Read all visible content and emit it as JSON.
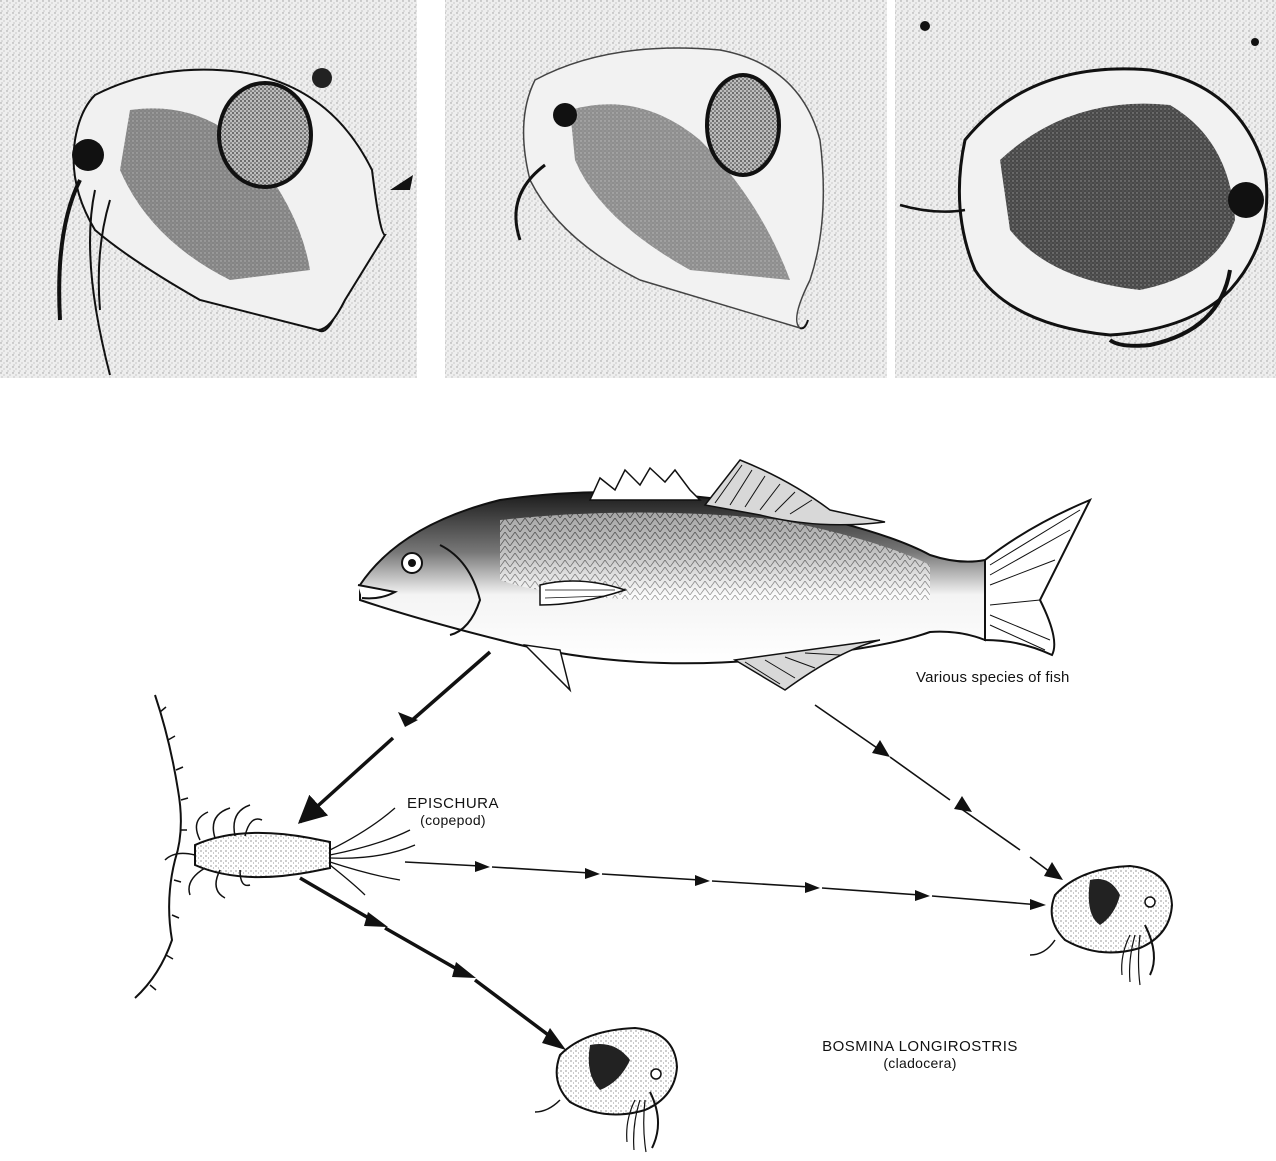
{
  "labels": {
    "fish": "Various species of fish",
    "epischura_name": "EPISCHURA",
    "epischura_group": "(copepod)",
    "bosmina_name": "BOSMINA LONGIROSTRIS",
    "bosmina_group": "(cladocera)"
  },
  "photos": [
    {
      "icon": "daphnia-photo-with-egg-left"
    },
    {
      "icon": "daphnia-photo-with-egg-middle"
    },
    {
      "icon": "daphnia-photo-dark-body-right"
    }
  ],
  "arrows": [
    {
      "from": "fish",
      "to": "epischura",
      "style": "heavy-dashed"
    },
    {
      "from": "fish",
      "to": "bosmina",
      "style": "light-dashed"
    },
    {
      "from": "epischura",
      "to": "bosmina",
      "style": "light-dashed"
    },
    {
      "from": "epischura",
      "to": "bosmina",
      "style": "heavy-dashed"
    }
  ],
  "colors": {
    "ink": "#111111",
    "photo_bg": "#e8e8e8",
    "paper": "#ffffff"
  }
}
